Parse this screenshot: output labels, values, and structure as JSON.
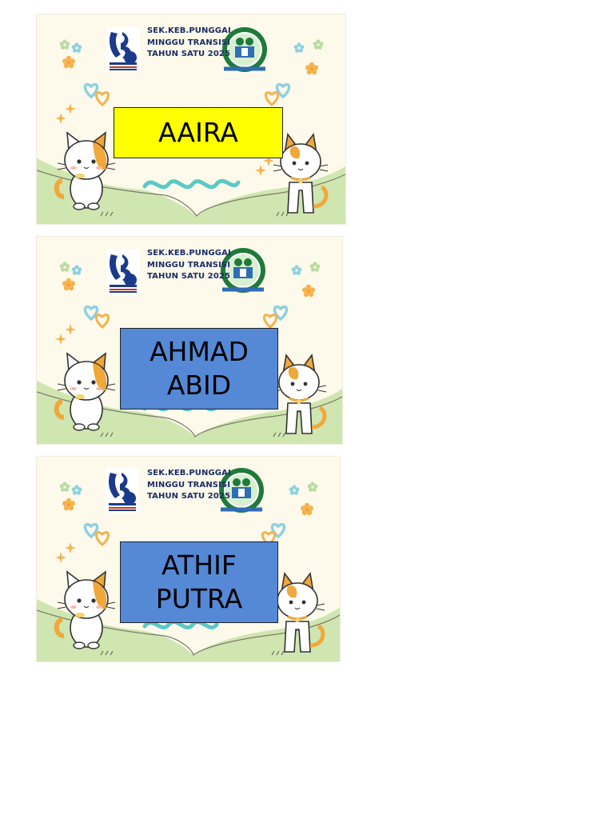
{
  "cards": [
    {
      "school_line1": "SEK.KEB.PUNGGAI",
      "school_line2": "MINGGU TRANSISI",
      "school_line3": "TAHUN SATU 2025",
      "name_line1": "AAIRA",
      "name_line2": "",
      "box_color": "#ffff00"
    },
    {
      "school_line1": "SEK.KEB.PUNGGAI",
      "school_line2": "MINGGU TRANSISI",
      "school_line3": "TAHUN SATU 2025",
      "name_line1": "AHMAD",
      "name_line2": "ABID",
      "box_color": "#5589d6"
    },
    {
      "school_line1": "SEK.KEB.PUNGGAI",
      "school_line2": "MINGGU TRANSISI",
      "school_line3": "TAHUN SATU 2025",
      "name_line1": "ATHIF",
      "name_line2": "PUTRA",
      "box_color": "#5589d6"
    }
  ],
  "colors": {
    "background": "#fdfaec",
    "grass": "#cfe6b0",
    "cat_patch": "#f0a83a",
    "heart_blue": "#8fd1e0",
    "flower_orange": "#f6b24c",
    "logo_green": "#1f7a3a",
    "logo_blue": "#1b3b8a"
  }
}
